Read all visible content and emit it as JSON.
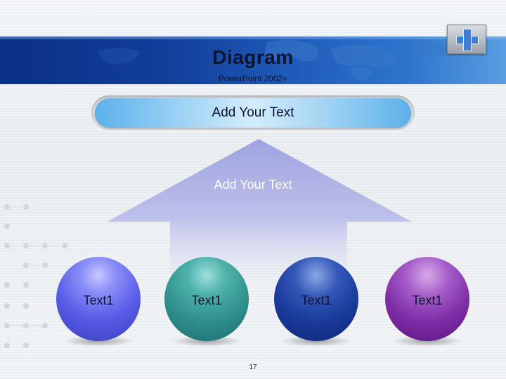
{
  "header": {
    "title": "Diagram",
    "subtitle": "PowerPoint 2002+"
  },
  "top_box": {
    "text": "Add Your Text"
  },
  "arrow": {
    "text": "Add Your Text"
  },
  "spheres": [
    {
      "label": "Text1",
      "color": "#5a5ee8"
    },
    {
      "label": "Text1",
      "color": "#2f8f8c"
    },
    {
      "label": "Text1",
      "color": "#1a3a9a"
    },
    {
      "label": "Text1",
      "color": "#7d2ea6"
    }
  ],
  "footer": {
    "page_number": "17"
  },
  "colors": {
    "header_band": "#12409c",
    "pill": "#5cb0ea",
    "arrow": "#b9bde6"
  }
}
